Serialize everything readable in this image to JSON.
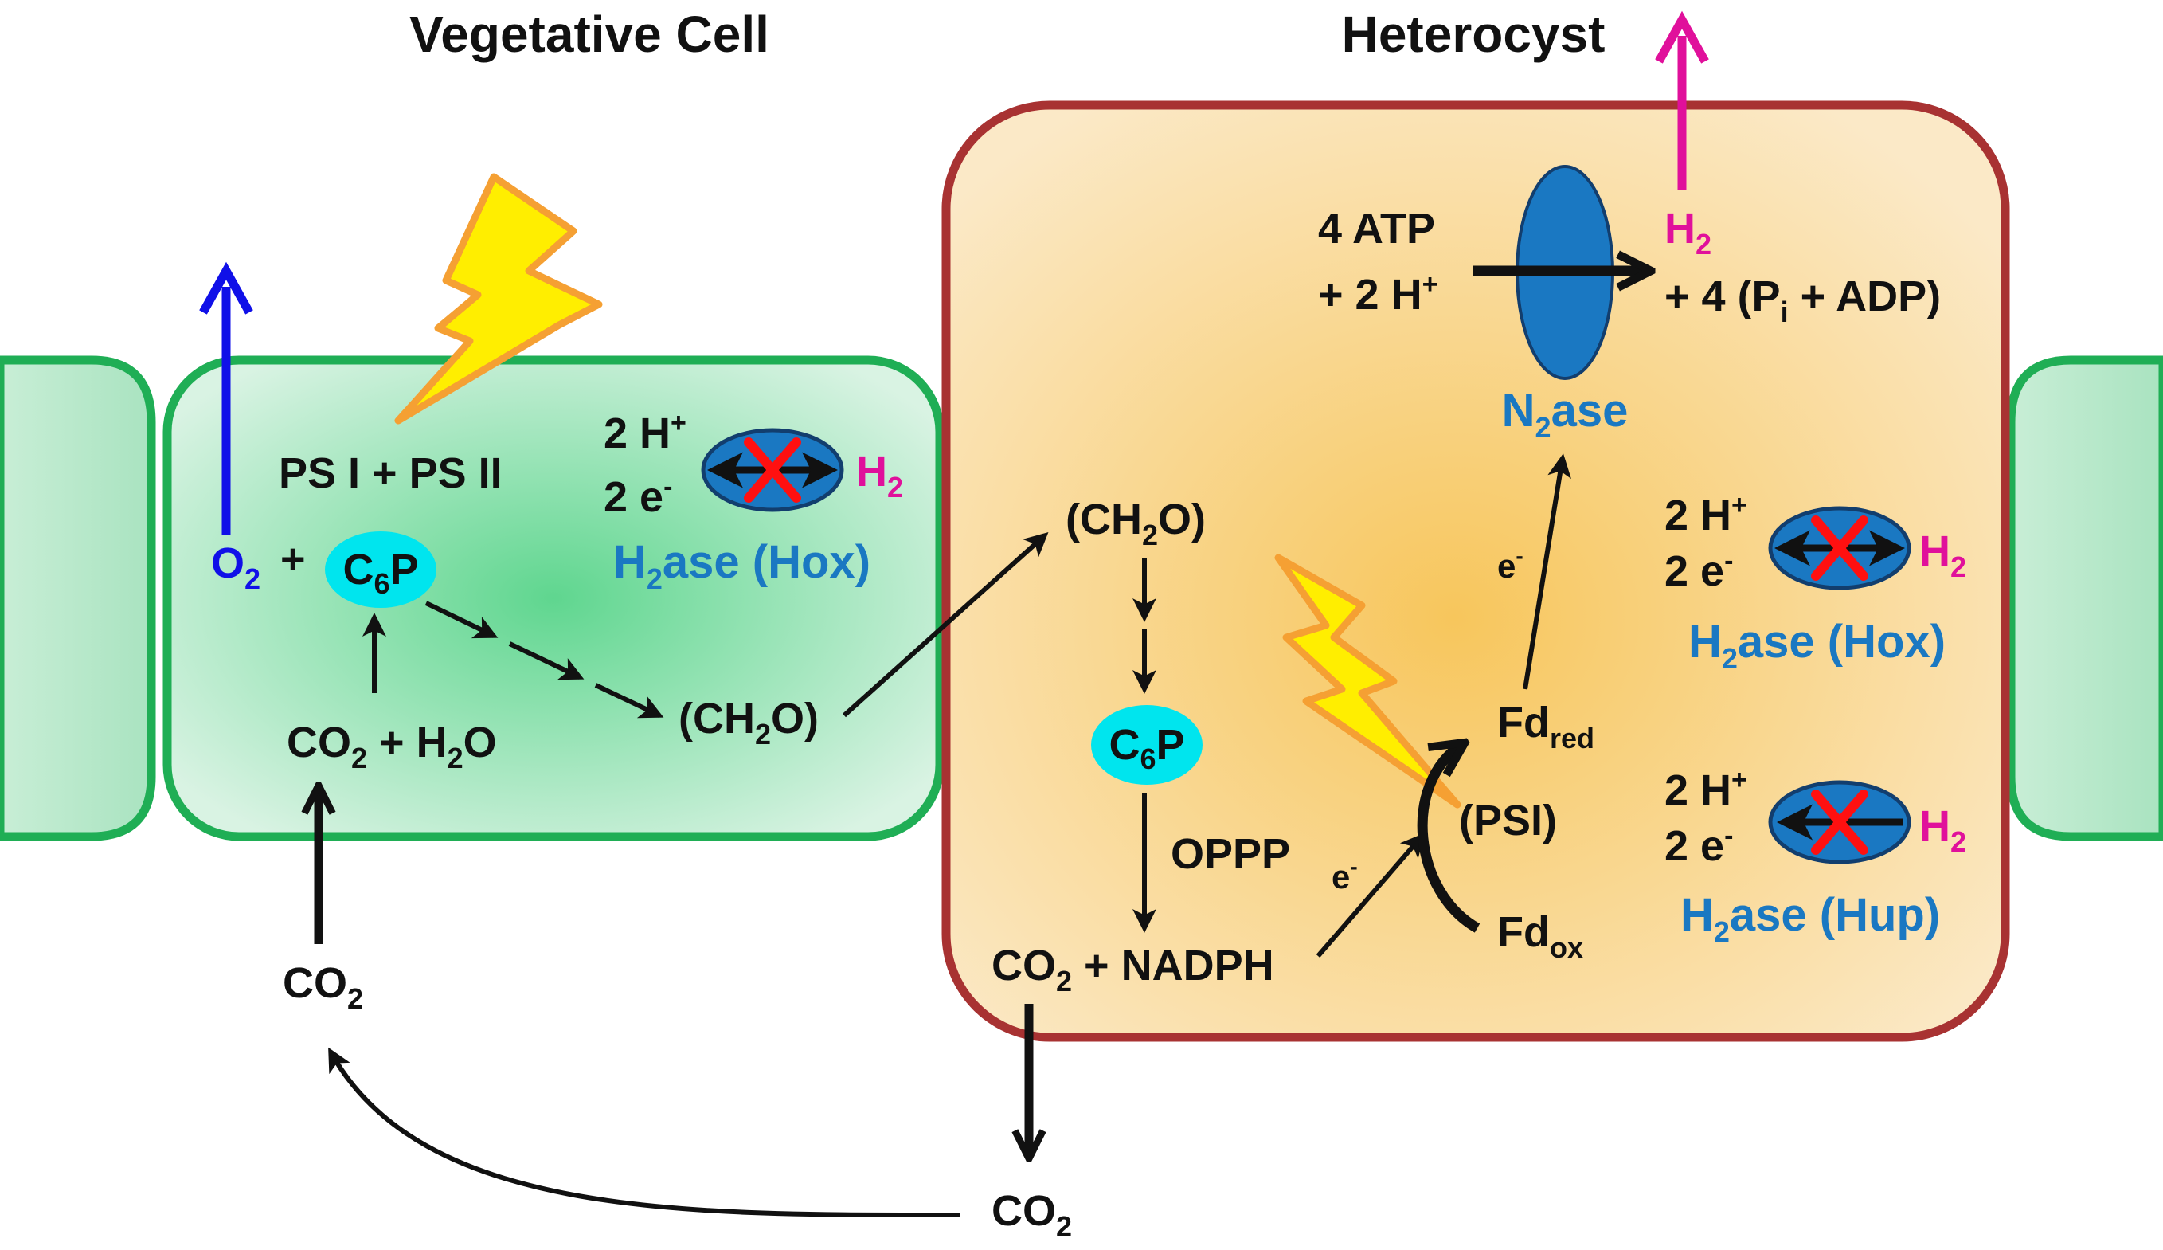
{
  "titles": {
    "vegetative_cell": "Vegetative Cell",
    "heterocyst": "Heterocyst"
  },
  "colors": {
    "vegetative_border": "#1fae55",
    "vegetative_fill_center": "#5fd68f",
    "vegetative_fill_edge": "#d9f3e3",
    "heterocyst_border": "#a83232",
    "heterocyst_fill_center": "#f7cc6a",
    "heterocyst_fill_edge": "#fbe8c4",
    "oxygen_blue": "#1010e8",
    "hydrogen_magenta": "#e0109b",
    "enzyme_blue": "#1a78c2",
    "c6p_cyan": "#00e5ee",
    "block_red": "#ff1010",
    "lightning_yellow": "#ffee00",
    "lightning_orange": "#f5a033"
  },
  "icons": [
    "lightning-bolt-icon",
    "lightning-bolt-icon",
    "blocked-x-icon",
    "blocked-x-icon",
    "blocked-x-icon"
  ],
  "vegetative": {
    "ps_label": "PS I + PS II",
    "o2_main": "O",
    "o2_sub": "2",
    "plus": "+",
    "c6p_main": "C",
    "c6p_sub": "6",
    "c6p_tail": "P",
    "co2h2o": {
      "a": "CO",
      "b": "2",
      "c": " + H",
      "d": "2",
      "e": "O"
    },
    "ch2o": {
      "a": "(CH",
      "b": "2",
      "c": "O)"
    },
    "hox": {
      "h_plus_a": "2 H",
      "h_plus_b": "+",
      "e_a": "2 e",
      "e_b": "-",
      "h2_a": "H",
      "h2_b": "2",
      "label_a": "H",
      "label_b": "2",
      "label_c": "ase (Hox)"
    }
  },
  "extracellular": {
    "co2_left": {
      "a": "CO",
      "b": "2"
    },
    "co2_bottom": {
      "a": "CO",
      "b": "2"
    }
  },
  "heterocyst": {
    "ch2o": {
      "a": "(CH",
      "b": "2",
      "c": "O)"
    },
    "c6p": {
      "a": "C",
      "b": "6",
      "c": "P"
    },
    "oppp": "OPPP",
    "co2_nadph": {
      "a": "CO",
      "b": "2",
      "c": " + NADPH"
    },
    "e_minus_psi": {
      "a": "e",
      "b": "-"
    },
    "e_minus_n2ase": {
      "a": "e",
      "b": "-"
    },
    "psi": "(PSI)",
    "fd_red": {
      "a": "Fd",
      "b": "red"
    },
    "fd_ox": {
      "a": "Fd",
      "b": "ox"
    },
    "atp": "4 ATP",
    "h_plus": {
      "a": "+ 2 H",
      "b": "+"
    },
    "h2_product": {
      "a": "H",
      "b": "2"
    },
    "adp": {
      "a": "+ 4 (P",
      "b": "i",
      "c": " + ADP)"
    },
    "n2ase": {
      "a": "N",
      "b": "2",
      "c": "ase"
    },
    "hox": {
      "h_plus_a": "2 H",
      "h_plus_b": "+",
      "e_a": "2 e",
      "e_b": "-",
      "h2_a": "H",
      "h2_b": "2",
      "label_a": "H",
      "label_b": "2",
      "label_c": "ase (Hox)"
    },
    "hup": {
      "h_plus_a": "2 H",
      "h_plus_b": "+",
      "e_a": "2 e",
      "e_b": "-",
      "h2_a": "H",
      "h2_b": "2",
      "label_a": "H",
      "label_b": "2",
      "label_c": "ase (Hup)"
    }
  }
}
